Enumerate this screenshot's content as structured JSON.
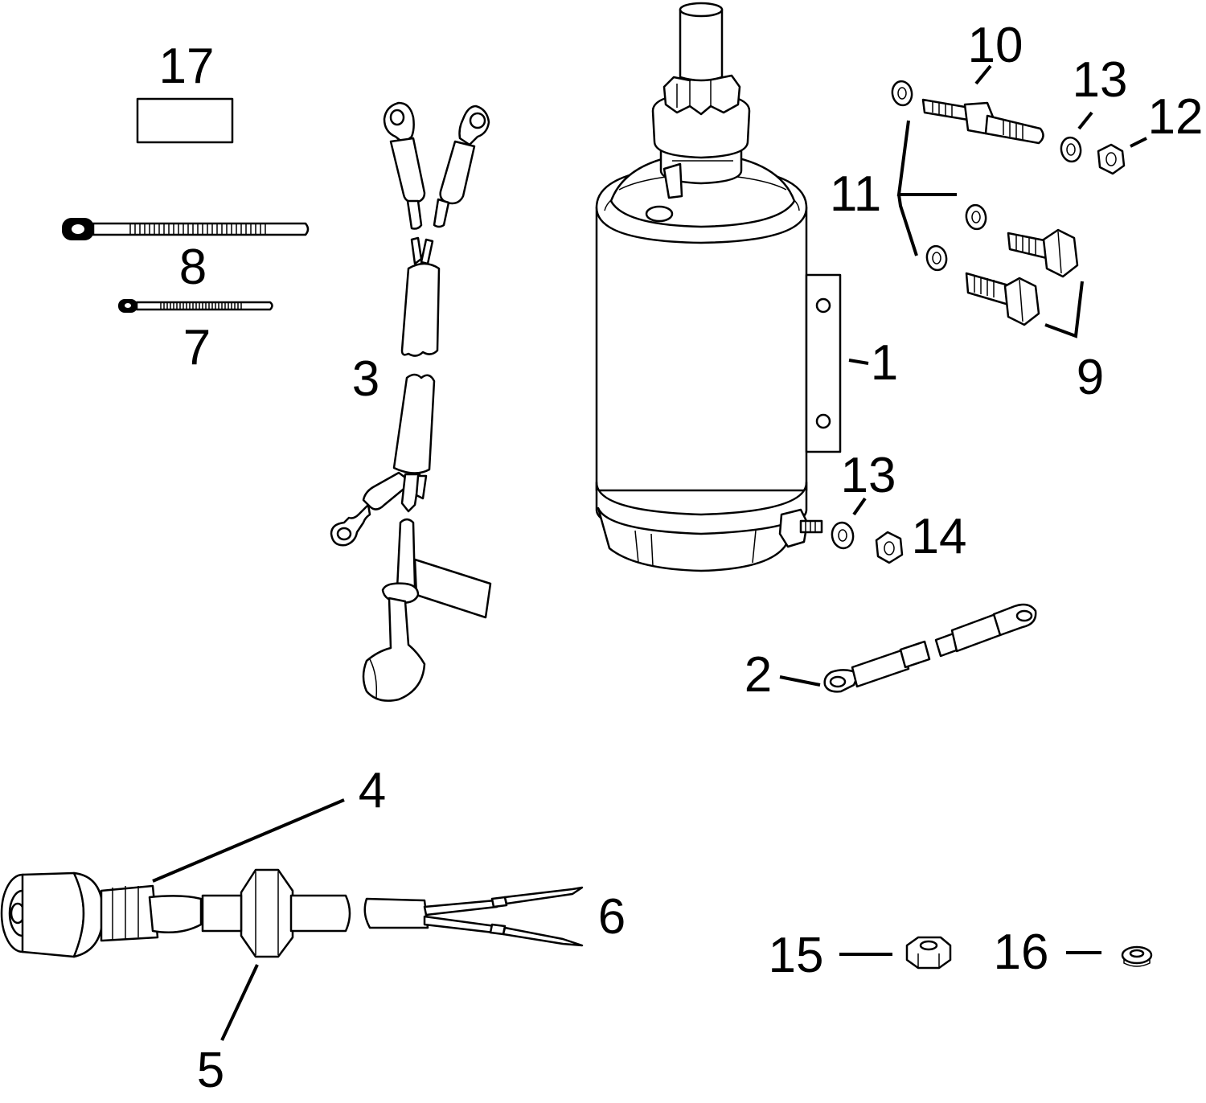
{
  "callouts": {
    "c1": "1",
    "c2": "2",
    "c3": "3",
    "c4": "4",
    "c5": "5",
    "c6": "6",
    "c7": "7",
    "c8": "8",
    "c9": "9",
    "c10": "10",
    "c11": "11",
    "c12": "12",
    "c13a": "13",
    "c13b": "13",
    "c14": "14",
    "c15": "15",
    "c16": "16",
    "c17": "17"
  },
  "colors": {
    "ink": "#000000",
    "paper": "#ffffff"
  }
}
